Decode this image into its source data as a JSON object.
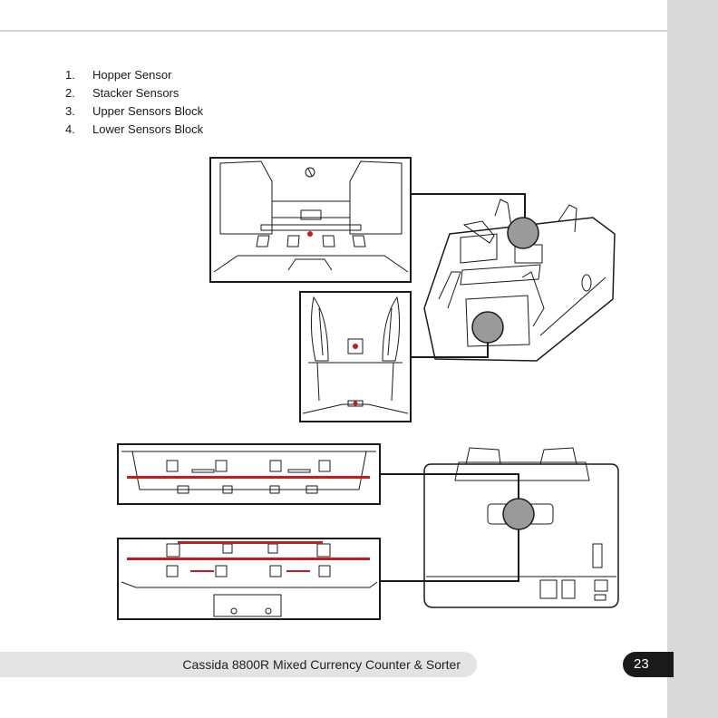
{
  "legend": {
    "items": [
      {
        "num": "1.",
        "label": "Hopper Sensor"
      },
      {
        "num": "2.",
        "label": "Stacker Sensors"
      },
      {
        "num": "3.",
        "label": "Upper Sensors Block"
      },
      {
        "num": "4.",
        "label": "Lower Sensors Block"
      }
    ]
  },
  "footer": {
    "title": "Cassida 8800R Mixed Currency Counter & Sorter",
    "page_number": "23"
  },
  "colors": {
    "sensor_red": "#c8191e",
    "callout_fill": "#9a9a9a",
    "sidebar": "#d9d9d9"
  }
}
